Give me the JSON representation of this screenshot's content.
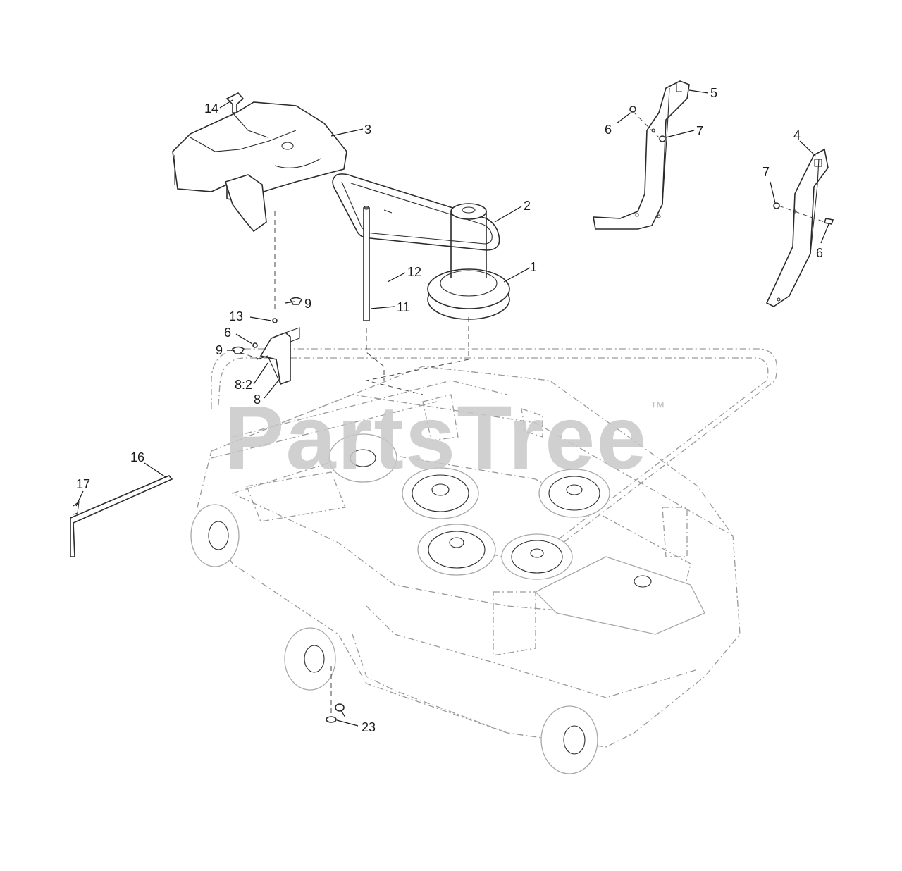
{
  "watermark": {
    "text": "PartsTree",
    "trademark": "™"
  },
  "callouts": {
    "c1": "1",
    "c2": "2",
    "c3": "3",
    "c4": "4",
    "c5": "5",
    "c6a": "6",
    "c6b": "6",
    "c6c": "6",
    "c7a": "7",
    "c7b": "7",
    "c8": "8",
    "c8b": "8:2",
    "c9a": "9",
    "c9b": "9",
    "c11": "11",
    "c12": "12",
    "c13": "13",
    "c14": "14",
    "c16": "16",
    "c17": "17",
    "c23": "23"
  },
  "colors": {
    "line": "#2b2b2b",
    "ghost": "#9a9a9a",
    "watermark": "#c8c8c8"
  }
}
